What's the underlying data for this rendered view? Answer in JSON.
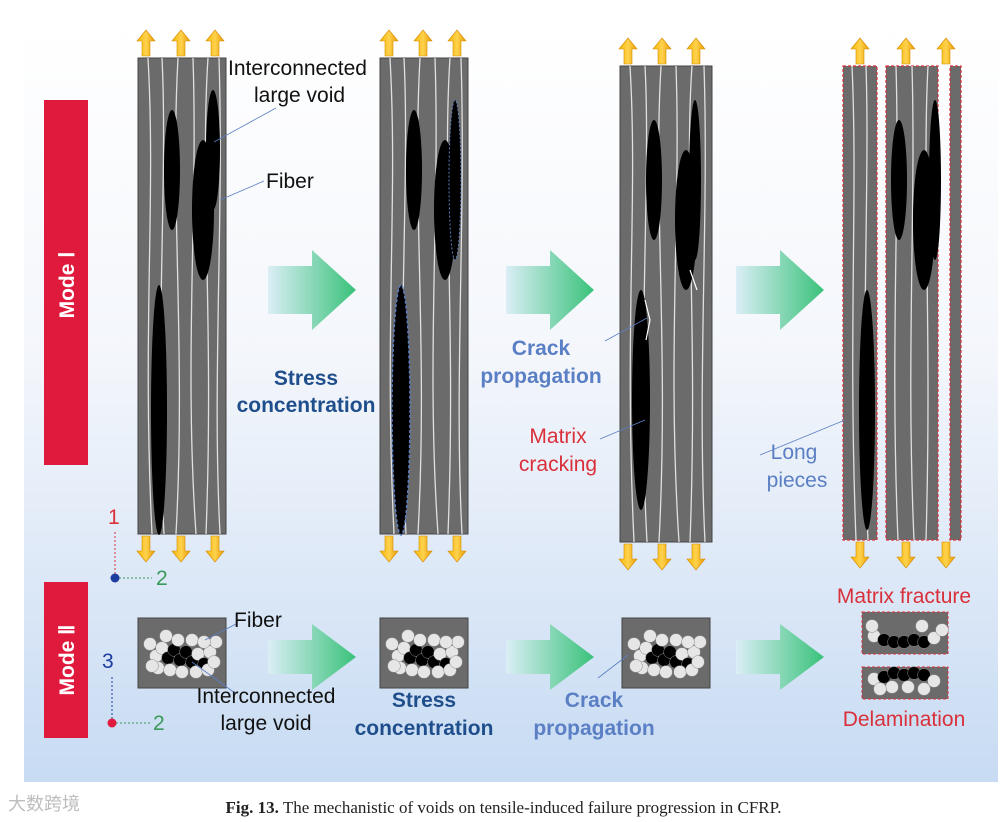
{
  "modes": {
    "mode1": "Mode Ⅰ",
    "mode2": "Mode Ⅱ"
  },
  "labels": {
    "interconnected_large_void_1": "Interconnected",
    "interconnected_large_void_2": "large void",
    "fiber": "Fiber",
    "stress_concentration_1": "Stress",
    "stress_concentration_2": "concentration",
    "crack_propagation_1": "Crack",
    "crack_propagation_2": "propagation",
    "matrix_cracking_1": "Matrix",
    "matrix_cracking_2": "cracking",
    "long_pieces_1": "Long",
    "long_pieces_2": "pieces",
    "fiber_2": "Fiber",
    "interconnected_large_void_3": "Interconnected",
    "interconnected_large_void_4": "large void",
    "stress_concentration_3": "Stress",
    "stress_concentration_4": "concentration",
    "crack_propagation_3": "Crack",
    "crack_propagation_4": "propagation",
    "matrix_fracture": "Matrix fracture",
    "delamination": "Delamination"
  },
  "axes": {
    "top": {
      "vertical": "1",
      "horizontal": "2"
    },
    "bottom": {
      "vertical": "3",
      "horizontal": "2"
    }
  },
  "caption": {
    "prefix": "Fig. 13.",
    "text": "The mechanistic of voids on tensile-induced failure progression in CFRP."
  },
  "watermark": "大数跨境",
  "colors": {
    "mode_box": "#e01a3c",
    "dark_blue_text": "#1f4e8c",
    "light_blue_text": "#5b7fc4",
    "red_text": "#d9303a",
    "arrow_yellow": "#f2a900",
    "green_arrow": "#3cc47c",
    "specimen_gray": "#6b6b6b"
  }
}
